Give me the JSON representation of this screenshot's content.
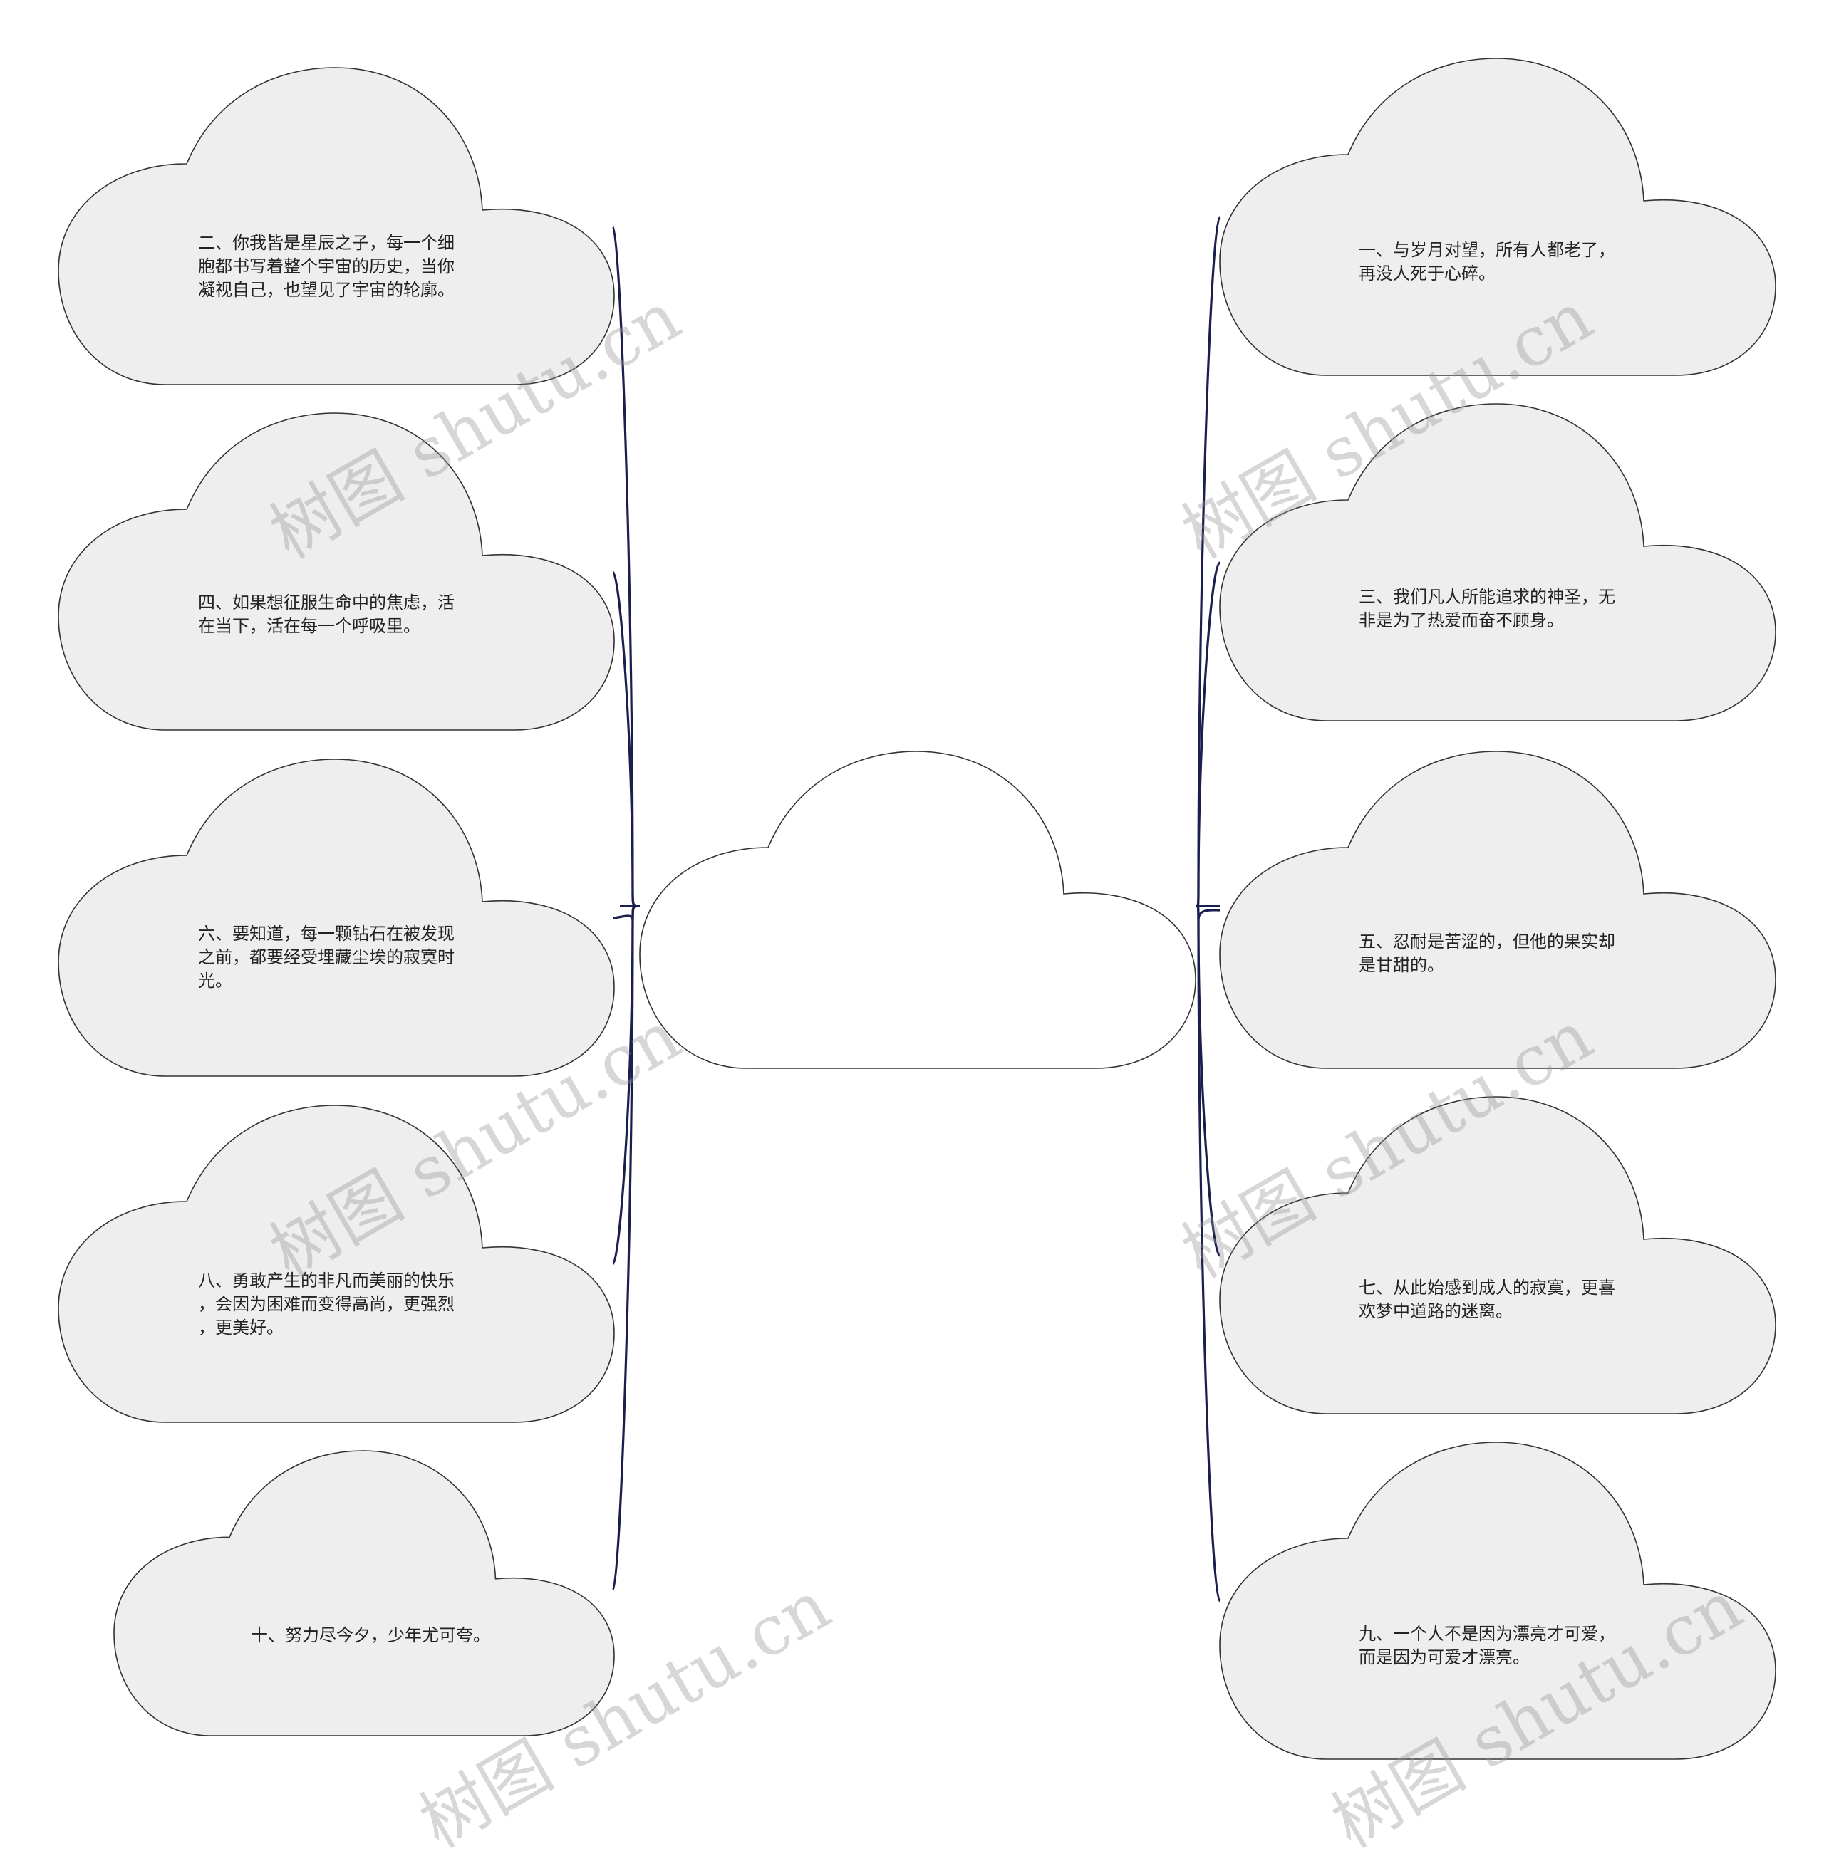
{
  "center": {
    "label": ""
  },
  "nodes": [
    {
      "id": "n2",
      "side": "left",
      "text": "二、你我皆是星辰之子，每一个细\n胞都书写着整个宇宙的历史，当你\n凝视自己，也望见了宇宙的轮廓。"
    },
    {
      "id": "n4",
      "side": "left",
      "text": "四、如果想征服生命中的焦虑，活\n在当下，活在每一个呼吸里。"
    },
    {
      "id": "n6",
      "side": "left",
      "text": "六、要知道，每一颗钻石在被发现\n之前，都要经受埋藏尘埃的寂寞时\n光。"
    },
    {
      "id": "n8",
      "side": "left",
      "text": "八、勇敢产生的非凡而美丽的快乐\n，会因为困难而变得高尚，更强烈\n，更美好。"
    },
    {
      "id": "n10",
      "side": "left",
      "text": "十、努力尽今夕，少年尤可夸。"
    },
    {
      "id": "n1",
      "side": "right",
      "text": "一、与岁月对望，所有人都老了，\n再没人死于心碎。"
    },
    {
      "id": "n3",
      "side": "right",
      "text": "三、我们凡人所能追求的神圣，无\n非是为了热爱而奋不顾身。"
    },
    {
      "id": "n5",
      "side": "right",
      "text": "五、忍耐是苦涩的，但他的果实却\n是甘甜的。"
    },
    {
      "id": "n7",
      "side": "right",
      "text": "七、从此始感到成人的寂寞，更喜\n欢梦中道路的迷离。"
    },
    {
      "id": "n9",
      "side": "right",
      "text": "九、一个人不是因为漂亮才可爱，\n而是因为可爱才漂亮。"
    }
  ],
  "watermark": {
    "text": "树图 shutu.cn"
  },
  "colors": {
    "node_fill": "#eeeeee",
    "center_fill": "#ffffff",
    "outline": "#333333",
    "connector": "#1a1f4d"
  }
}
